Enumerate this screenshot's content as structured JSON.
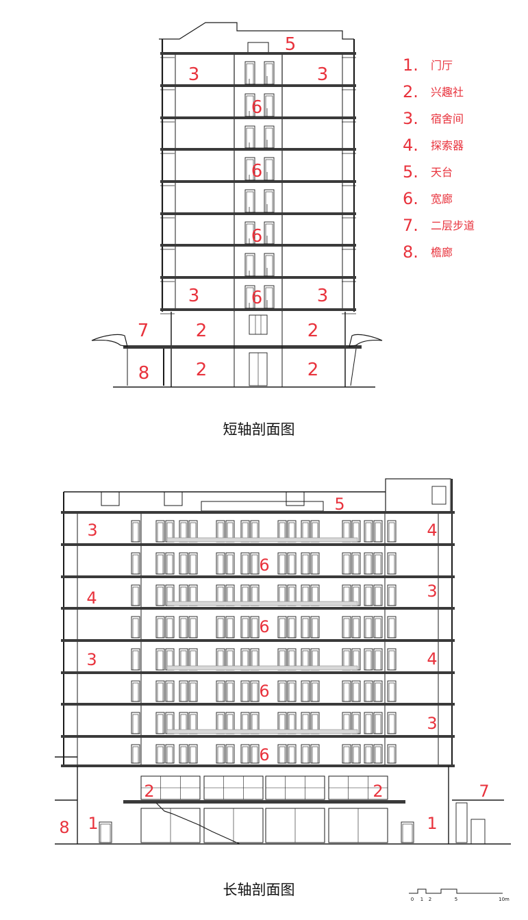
{
  "legend": [
    {
      "num": "1.",
      "text": "门厅"
    },
    {
      "num": "2.",
      "text": "兴趣社"
    },
    {
      "num": "3.",
      "text": "宿舍间"
    },
    {
      "num": "4.",
      "text": "探索器"
    },
    {
      "num": "5.",
      "text": "天台"
    },
    {
      "num": "6.",
      "text": "宽廊"
    },
    {
      "num": "7.",
      "text": "二层步道"
    },
    {
      "num": "8.",
      "text": "檐廊"
    }
  ],
  "short_section": {
    "caption": "短轴剖面图",
    "labels": [
      "5",
      "3",
      "3",
      "6",
      "6",
      "6",
      "3",
      "6",
      "3",
      "7",
      "2",
      "2",
      "8",
      "2",
      "2"
    ]
  },
  "long_section": {
    "caption": "长轴剖面图",
    "labels": [
      "5",
      "3",
      "4",
      "6",
      "4",
      "3",
      "6",
      "3",
      "4",
      "6",
      "3",
      "6",
      "2",
      "2",
      "7",
      "8",
      "1",
      "1"
    ]
  },
  "scale_bar": {
    "ticks": [
      "0",
      "1",
      "2",
      "5",
      "10m"
    ]
  },
  "colors": {
    "label": "#e8323c",
    "line": "#1a1a1a"
  }
}
